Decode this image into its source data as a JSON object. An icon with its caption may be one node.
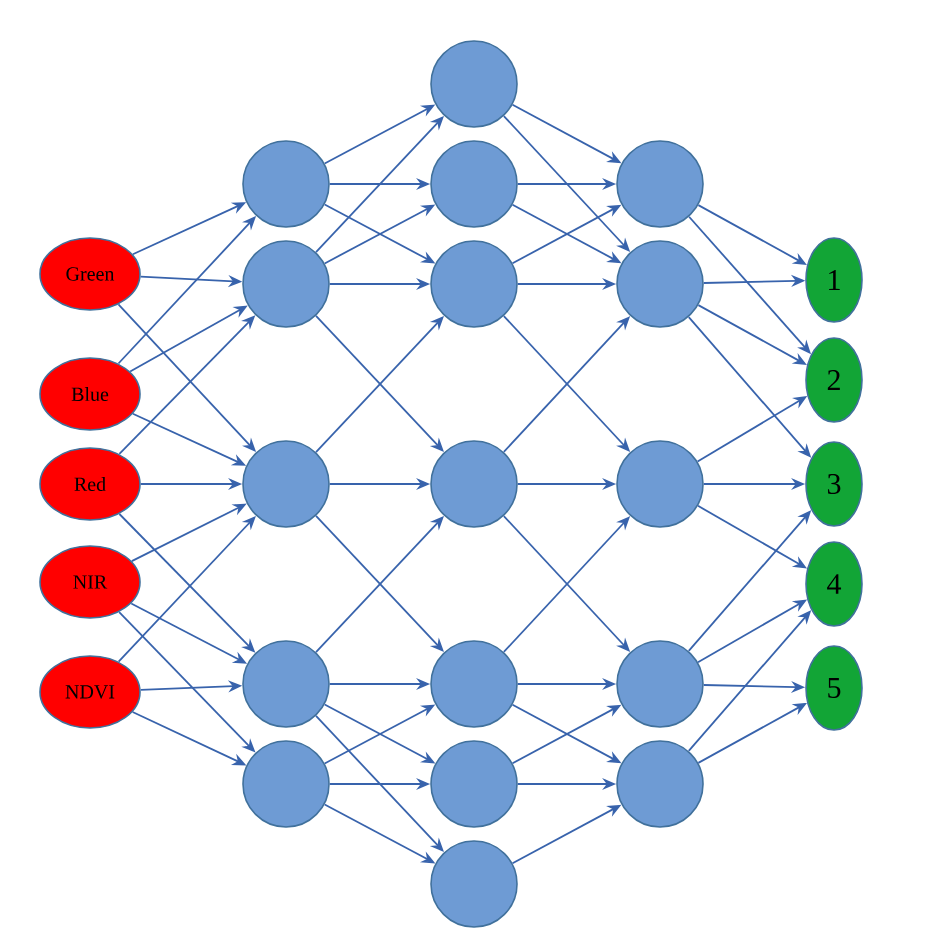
{
  "diagram": {
    "nodes": [
      {
        "text": [
          "Green"
        ]
      },
      {
        "text": [
          "Blue"
        ]
      },
      {
        "text": [
          "Red"
        ]
      },
      {
        "text": [
          "NIR"
        ]
      },
      {
        "text": [
          "NDVI"
        ]
      },
      {
        "text": [],
        "shape": "circle"
      },
      {
        "text": [],
        "shape": "circle"
      },
      {
        "text": [],
        "shape": "circle"
      },
      {
        "text": [],
        "shape": "circle"
      },
      {
        "text": [],
        "shape": "circle"
      },
      {
        "text": [],
        "shape": "circle"
      },
      {
        "text": [],
        "shape": "circle"
      },
      {
        "text": [],
        "shape": "circle"
      },
      {
        "text": [],
        "shape": "circle"
      },
      {
        "text": [],
        "shape": "circle"
      },
      {
        "text": [],
        "shape": "circle"
      },
      {
        "text": [],
        "shape": "circle"
      },
      {
        "text": [],
        "shape": "circle"
      },
      {
        "text": [],
        "shape": "circle"
      },
      {
        "text": [],
        "shape": "circle"
      },
      {
        "text": [],
        "shape": "circle"
      },
      {
        "text": [],
        "shape": "circle"
      },
      {
        "text": [
          "1"
        ]
      },
      {
        "text": [
          "2"
        ]
      },
      {
        "text": [
          "3"
        ]
      },
      {
        "text": [
          "4"
        ]
      },
      {
        "text": [
          "5"
        ]
      }
    ],
    "edges": [
      {
        "from": 0,
        "to": 5,
        "arrow": "to"
      },
      {
        "from": 0,
        "to": 6,
        "arrow": "to"
      },
      {
        "from": 0,
        "to": 7,
        "arrow": "to"
      },
      {
        "from": 1,
        "to": 5,
        "arrow": "to"
      },
      {
        "from": 1,
        "to": 6,
        "arrow": "to"
      },
      {
        "from": 1,
        "to": 7,
        "arrow": "to"
      },
      {
        "from": 2,
        "to": 6,
        "arrow": "to"
      },
      {
        "from": 2,
        "to": 7,
        "arrow": "to"
      },
      {
        "from": 2,
        "to": 8,
        "arrow": "to"
      },
      {
        "from": 3,
        "to": 7,
        "arrow": "to"
      },
      {
        "from": 3,
        "to": 8,
        "arrow": "to"
      },
      {
        "from": 3,
        "to": 9,
        "arrow": "to"
      },
      {
        "from": 4,
        "to": 7,
        "arrow": "to"
      },
      {
        "from": 4,
        "to": 8,
        "arrow": "to"
      },
      {
        "from": 4,
        "to": 9,
        "arrow": "to"
      },
      {
        "from": 5,
        "to": 10,
        "arrow": "to"
      },
      {
        "from": 5,
        "to": 11,
        "arrow": "to"
      },
      {
        "from": 5,
        "to": 12,
        "arrow": "to"
      },
      {
        "from": 6,
        "to": 10,
        "arrow": "to"
      },
      {
        "from": 6,
        "to": 11,
        "arrow": "to"
      },
      {
        "from": 6,
        "to": 12,
        "arrow": "to"
      },
      {
        "from": 6,
        "to": 13,
        "arrow": "to"
      },
      {
        "from": 7,
        "to": 12,
        "arrow": "to"
      },
      {
        "from": 7,
        "to": 13,
        "arrow": "to"
      },
      {
        "from": 7,
        "to": 14,
        "arrow": "to"
      },
      {
        "from": 8,
        "to": 13,
        "arrow": "to"
      },
      {
        "from": 8,
        "to": 14,
        "arrow": "to"
      },
      {
        "from": 8,
        "to": 15,
        "arrow": "to"
      },
      {
        "from": 8,
        "to": 16,
        "arrow": "to"
      },
      {
        "from": 9,
        "to": 14,
        "arrow": "to"
      },
      {
        "from": 9,
        "to": 15,
        "arrow": "to"
      },
      {
        "from": 9,
        "to": 16,
        "arrow": "to"
      },
      {
        "from": 10,
        "to": 17,
        "arrow": "to"
      },
      {
        "from": 10,
        "to": 18,
        "arrow": "to"
      },
      {
        "from": 11,
        "to": 17,
        "arrow": "to"
      },
      {
        "from": 11,
        "to": 18,
        "arrow": "to"
      },
      {
        "from": 12,
        "to": 17,
        "arrow": "to"
      },
      {
        "from": 12,
        "to": 18,
        "arrow": "to"
      },
      {
        "from": 12,
        "to": 19,
        "arrow": "to"
      },
      {
        "from": 13,
        "to": 18,
        "arrow": "to"
      },
      {
        "from": 13,
        "to": 19,
        "arrow": "to"
      },
      {
        "from": 13,
        "to": 20,
        "arrow": "to"
      },
      {
        "from": 14,
        "to": 19,
        "arrow": "to"
      },
      {
        "from": 14,
        "to": 20,
        "arrow": "to"
      },
      {
        "from": 14,
        "to": 21,
        "arrow": "to"
      },
      {
        "from": 15,
        "to": 20,
        "arrow": "to"
      },
      {
        "from": 15,
        "to": 21,
        "arrow": "to"
      },
      {
        "from": 16,
        "to": 21,
        "arrow": "to"
      },
      {
        "from": 17,
        "to": 22,
        "arrow": "to"
      },
      {
        "from": 17,
        "to": 23,
        "arrow": "to"
      },
      {
        "from": 18,
        "to": 22,
        "arrow": "to"
      },
      {
        "from": 18,
        "to": 23,
        "arrow": "to"
      },
      {
        "from": 18,
        "to": 24,
        "arrow": "to"
      },
      {
        "from": 19,
        "to": 23,
        "arrow": "to"
      },
      {
        "from": 19,
        "to": 24,
        "arrow": "to"
      },
      {
        "from": 19,
        "to": 25,
        "arrow": "to"
      },
      {
        "from": 20,
        "to": 24,
        "arrow": "to"
      },
      {
        "from": 20,
        "to": 25,
        "arrow": "to"
      },
      {
        "from": 20,
        "to": 26,
        "arrow": "to"
      },
      {
        "from": 21,
        "to": 25,
        "arrow": "to"
      },
      {
        "from": 21,
        "to": 26,
        "arrow": "to"
      }
    ]
  }
}
